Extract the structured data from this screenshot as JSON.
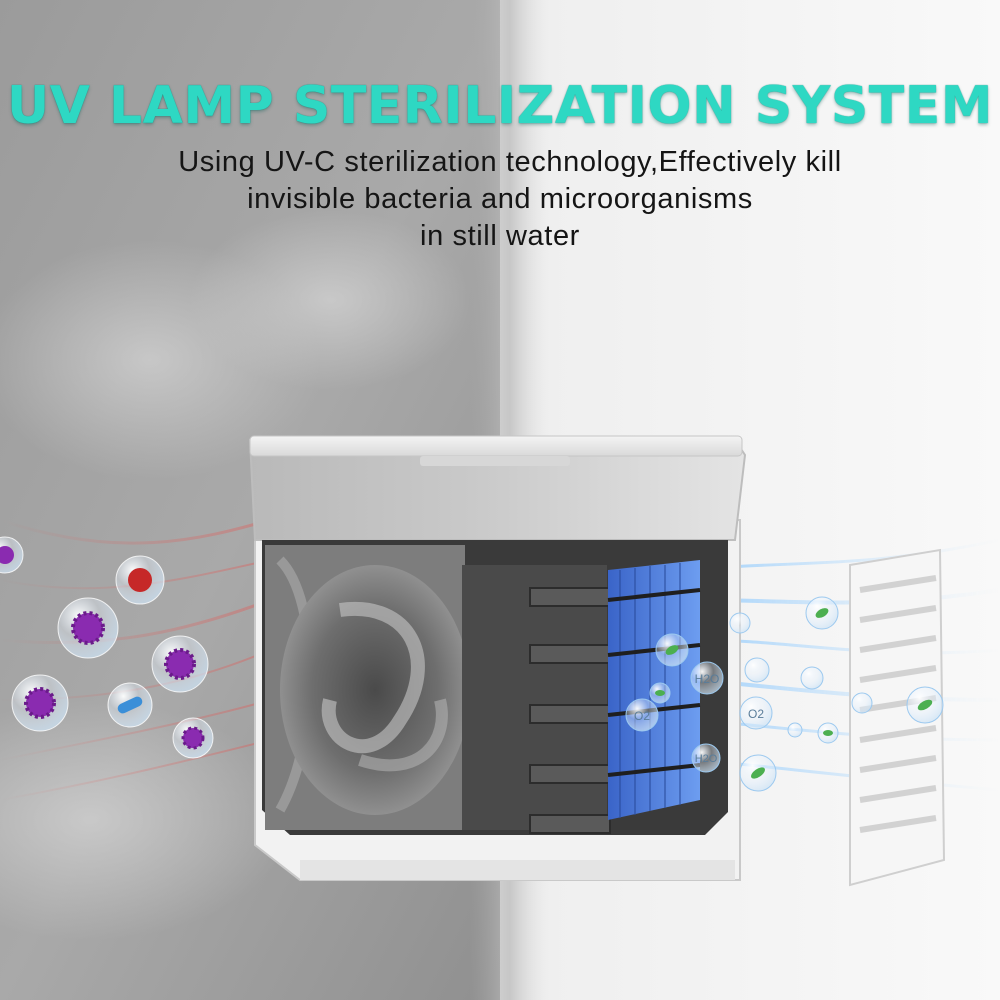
{
  "headline": "UV LAMP STERILIZATION SYSTEM",
  "subtitle_lines": [
    "Using UV-C sterilization technology,Effectively kill",
    "invisible bacteria and microorganisms",
    "in still water"
  ],
  "bubble_labels": [
    "H2O",
    "O2",
    "H2O",
    "O2"
  ],
  "colors": {
    "headline": "#2ed8c3",
    "text": "#151515",
    "cool_air": "#2f8fe8",
    "bacteria": "#8a2bb0"
  }
}
